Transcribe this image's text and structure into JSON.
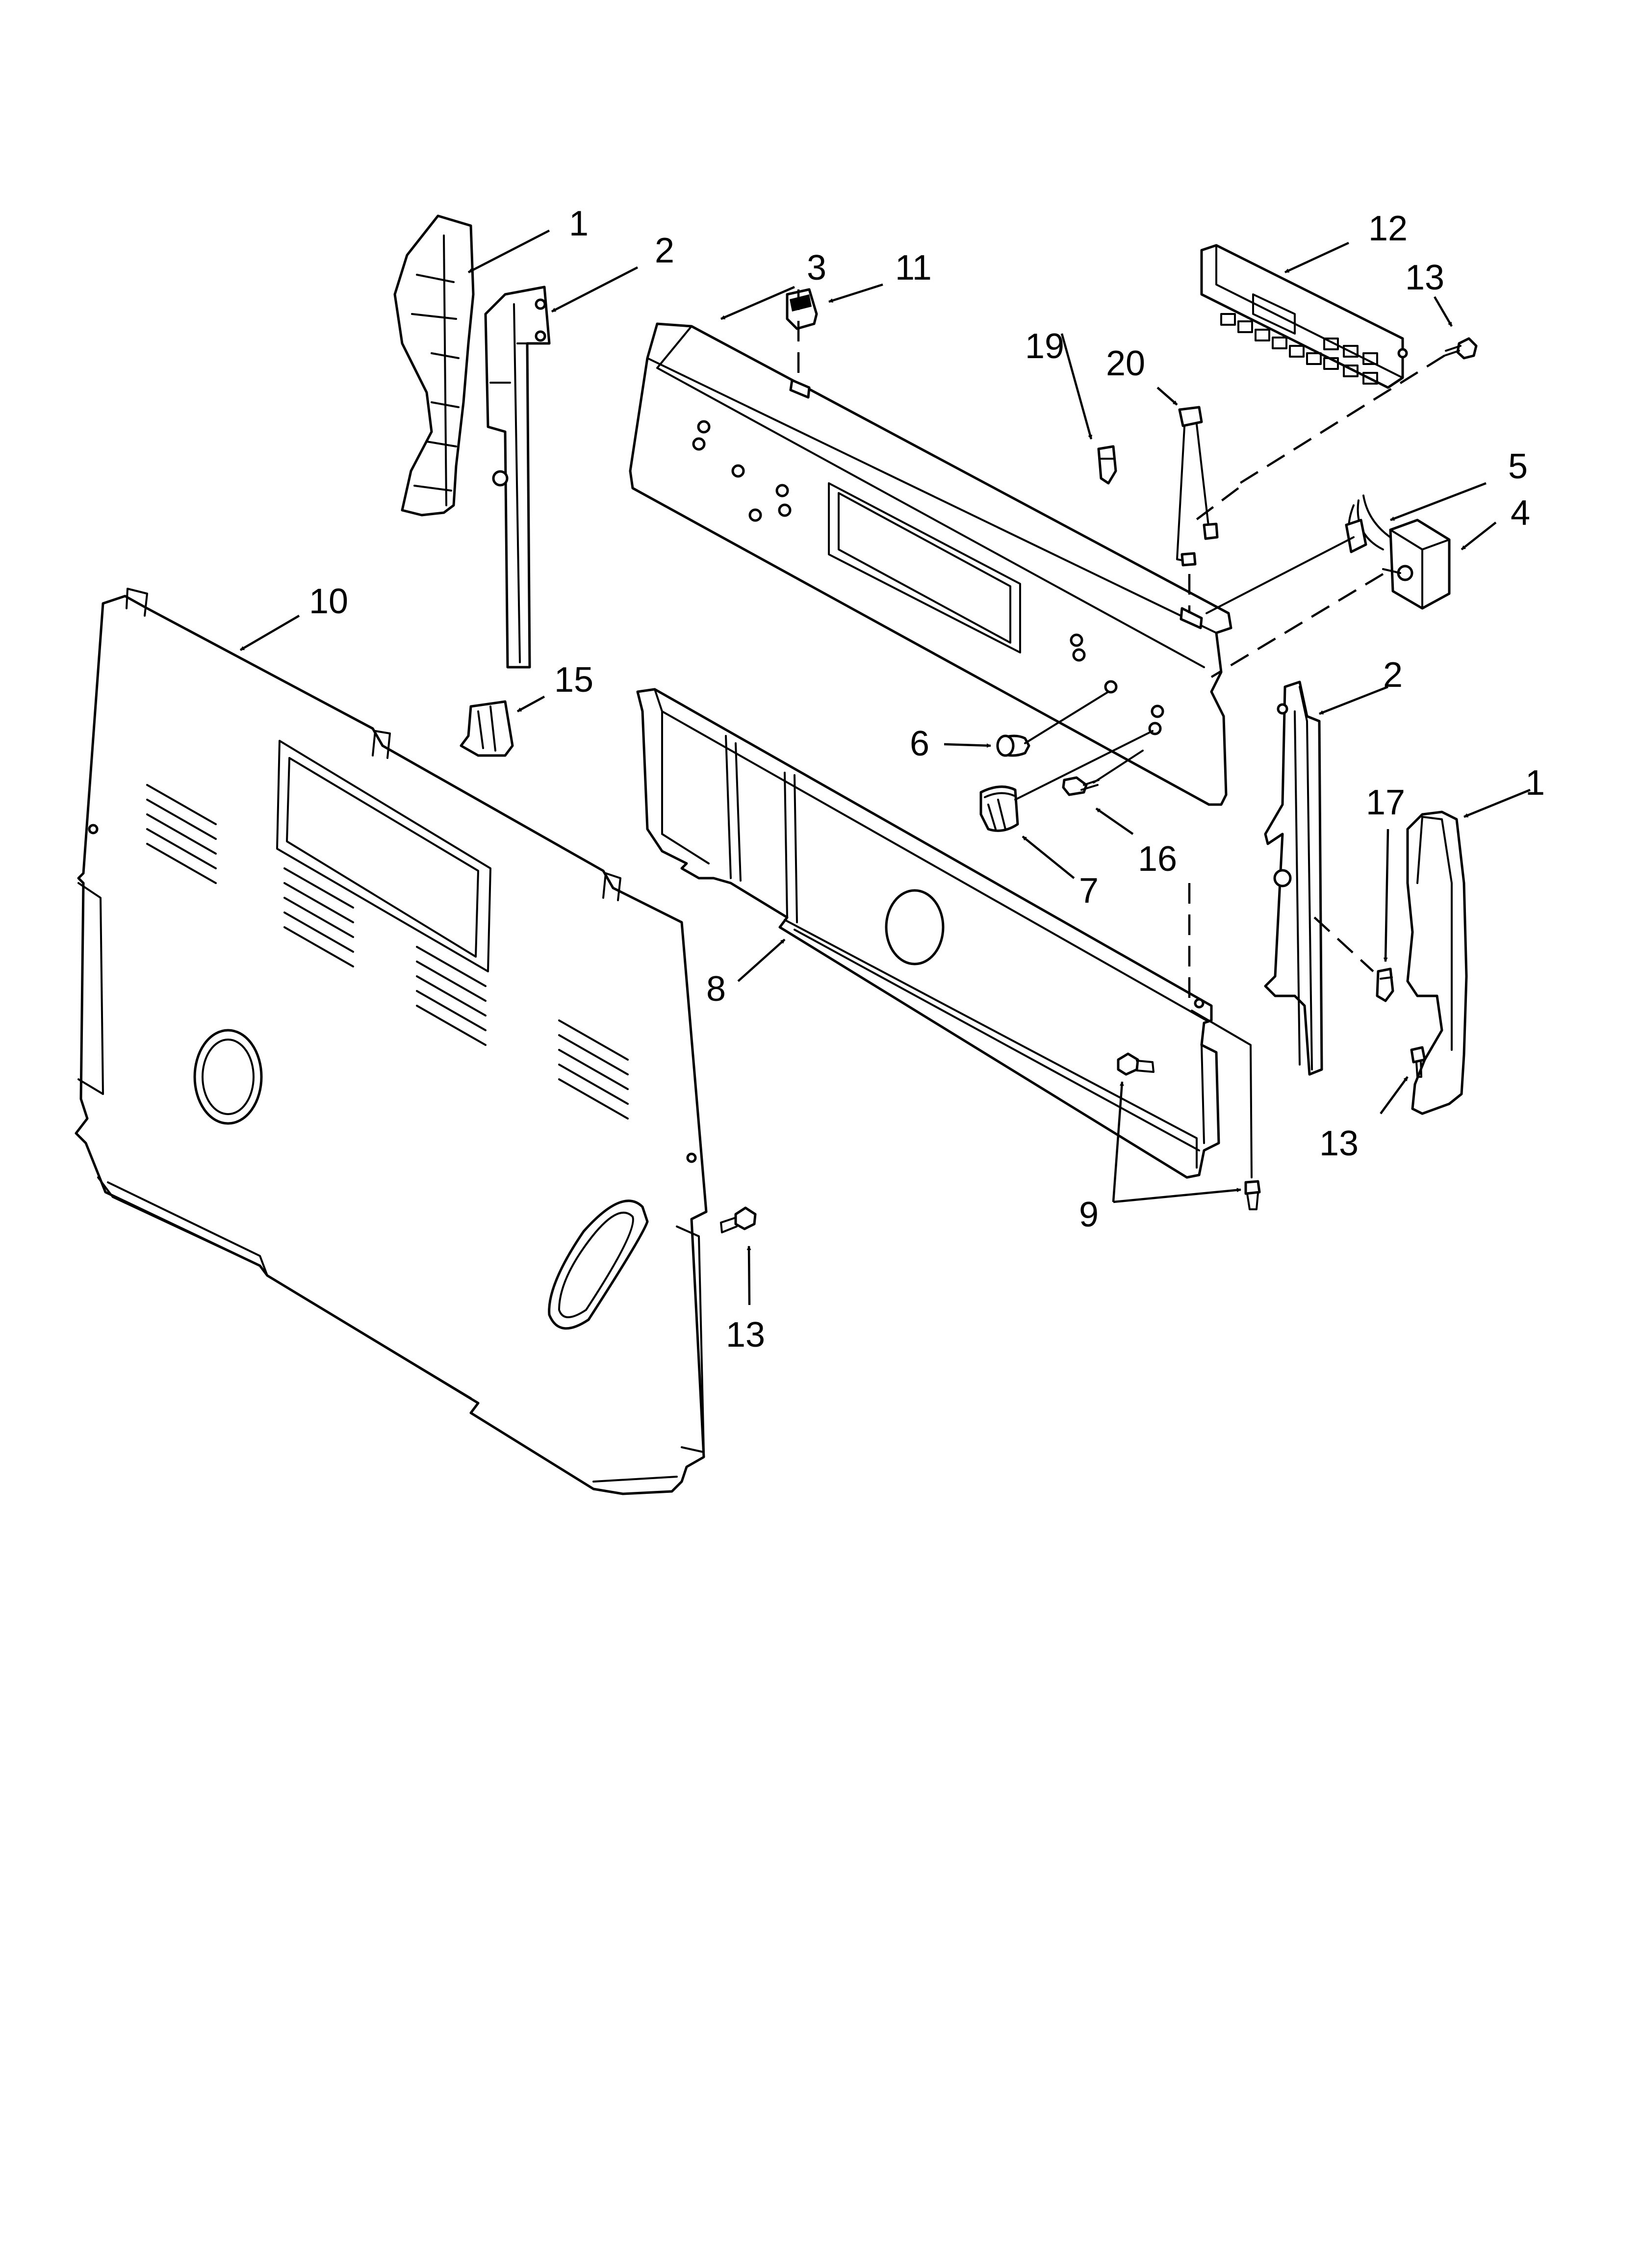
{
  "callouts": {
    "c1a": "1",
    "c2a": "2",
    "c3": "3",
    "c11": "11",
    "c12": "12",
    "c13a": "13",
    "c19": "19",
    "c20": "20",
    "c5": "5",
    "c4": "4",
    "c10": "10",
    "c15": "15",
    "c2b": "2",
    "c1b": "1",
    "c6": "6",
    "c7": "7",
    "c16": "16",
    "c17": "17",
    "c8": "8",
    "c13b": "13",
    "c9": "9",
    "c13c": "13"
  },
  "colors": {
    "line": "#000000",
    "background": "#ffffff"
  }
}
